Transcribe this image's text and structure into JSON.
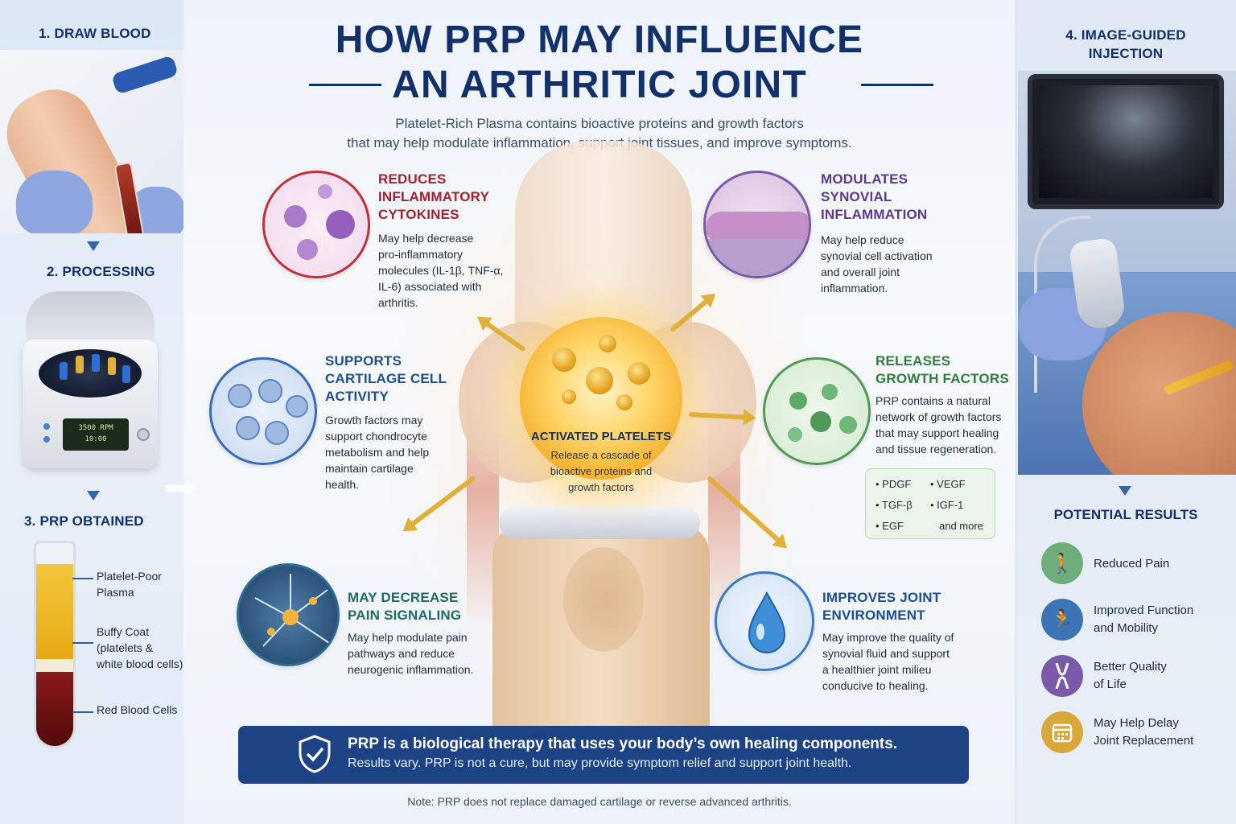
{
  "title": {
    "line1": "HOW PRP MAY INFLUENCE",
    "line2": "AN ARTHRITIC JOINT"
  },
  "subtitle": {
    "line1": "Platelet-Rich Plasma contains bioactive proteins and growth factors",
    "line2": "that may help modulate inflammation, support joint tissues, and improve symptoms."
  },
  "steps": {
    "step1": "1. DRAW BLOOD",
    "step2": "2. PROCESSING",
    "step3": "3. PRP OBTAINED",
    "step4_line1": "4. IMAGE-GUIDED",
    "step4_line2": "INJECTION"
  },
  "centrifuge": {
    "rpm": "3500 RPM",
    "time": "10:00"
  },
  "tube_labels": {
    "platelet_poor_1": "Platelet-Poor",
    "platelet_poor_2": "Plasma",
    "buffy_1": "Buffy Coat",
    "buffy_2": "(platelets &",
    "buffy_3": "white blood cells)",
    "rbc": "Red Blood Cells"
  },
  "center": {
    "title": "ACTIVATED PLATELETS",
    "desc_line1": "Release a cascade of",
    "desc_line2": "bioactive proteins and",
    "desc_line3": "growth factors"
  },
  "benefits": {
    "cytokines": {
      "t1": "REDUCES",
      "t2": "INFLAMMATORY",
      "t3": "CYTOKINES",
      "d1": "May help decrease",
      "d2": "pro-inflammatory",
      "d3": "molecules (IL-1β, TNF-α,",
      "d4": "IL-6) associated with",
      "d5": "arthritis."
    },
    "synovial": {
      "t1": "MODULATES",
      "t2": "SYNOVIAL",
      "t3": "INFLAMMATION",
      "d1": "May help reduce",
      "d2": "synovial cell activation",
      "d3": "and overall joint",
      "d4": "inflammation."
    },
    "cartilage": {
      "t1": "SUPPORTS",
      "t2": "CARTILAGE CELL",
      "t3": "ACTIVITY",
      "d1": "Growth factors may",
      "d2": "support chondrocyte",
      "d3": "metabolism and help",
      "d4": "maintain cartilage",
      "d5": "health."
    },
    "growth": {
      "t1": "RELEASES",
      "t2": "GROWTH FACTORS",
      "d1": "PRP contains a natural",
      "d2": "network of growth factors",
      "d3": "that may support healing",
      "d4": "and tissue regeneration.",
      "factors": [
        "PDGF",
        "VEGF",
        "TGF-β",
        "IGF-1",
        "EGF",
        "and more"
      ]
    },
    "pain": {
      "t1": "MAY DECREASE",
      "t2": "PAIN SIGNALING",
      "d1": "May help modulate pain",
      "d2": "pathways and reduce",
      "d3": "neurogenic inflammation."
    },
    "environment": {
      "t1": "IMPROVES JOINT",
      "t2": "ENVIRONMENT",
      "d1": "May improve the quality of",
      "d2": "synovial fluid and support",
      "d3": "a healthier joint milieu",
      "d4": "conducive to healing."
    }
  },
  "results": {
    "title": "POTENTIAL RESULTS",
    "items": [
      {
        "l1": "Reduced Pain",
        "l2": "",
        "color": "#6fae7a",
        "icon": "walking-person-icon",
        "glyph": "🚶"
      },
      {
        "l1": "Improved Function",
        "l2": "and Mobility",
        "color": "#3d74b6",
        "icon": "active-person-icon",
        "glyph": "🏃"
      },
      {
        "l1": "Better Quality",
        "l2": "of Life",
        "color": "#7a5aa8",
        "icon": "knee-joint-icon",
        "glyph": "✚"
      },
      {
        "l1": "May Help Delay",
        "l2": "Joint Replacement",
        "color": "#d9a838",
        "icon": "calendar-icon",
        "glyph": "▦"
      }
    ]
  },
  "banner": {
    "line1": "PRP is a biological therapy that uses your body’s own healing components.",
    "line2": "Results vary. PRP is not a cure, but may provide symptom relief and support joint health."
  },
  "note": "Note: PRP does not replace damaged cartilage or reverse advanced arthritis.",
  "colors": {
    "navy": "#12306a",
    "red": "#a3202c",
    "purple": "#5a3a8c",
    "blue": "#1d4f8f",
    "green": "#2e7d3c",
    "teal": "#1f6a66",
    "gold": "#e0b13a",
    "banner": "#1d4384"
  }
}
